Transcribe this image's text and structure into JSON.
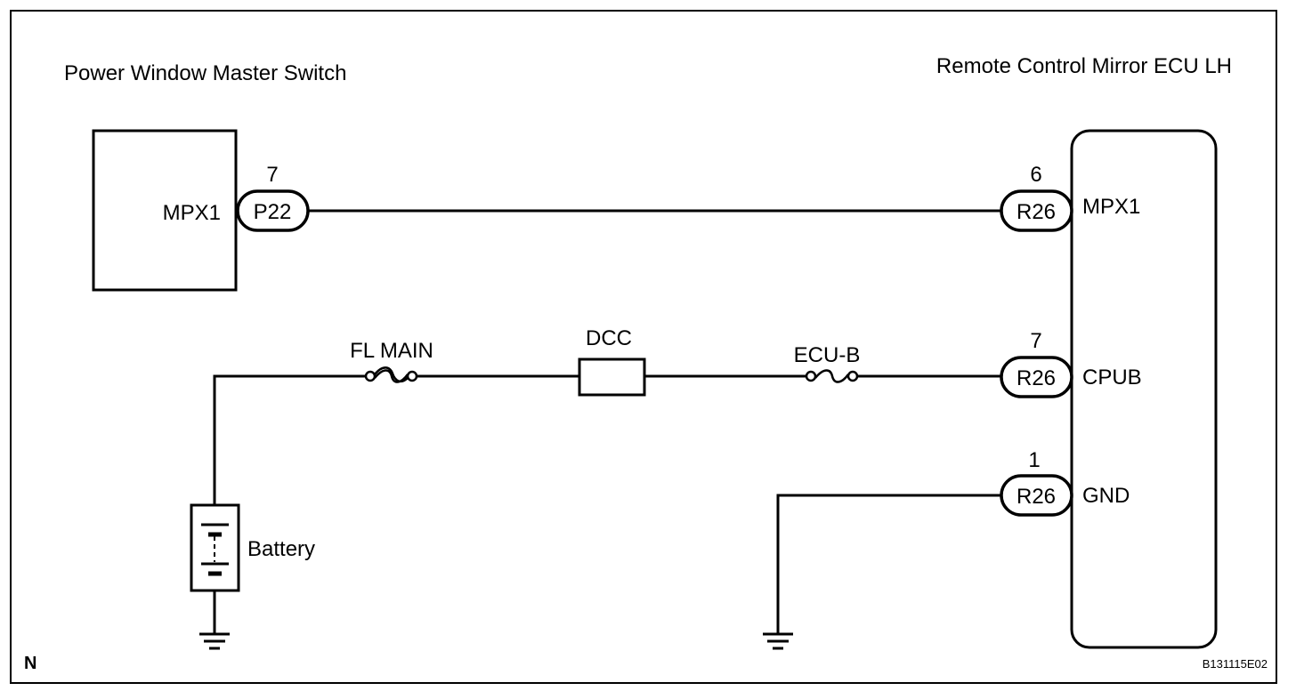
{
  "diagram": {
    "components": {
      "master_switch": {
        "label": "Power Window Master Switch",
        "pin_label": "MPX1"
      },
      "mirror_ecu": {
        "label": "Remote Control Mirror ECU LH",
        "pins": [
          "MPX1",
          "CPUB",
          "GND"
        ]
      },
      "battery": {
        "label": "Battery"
      },
      "fuse_fl_main": {
        "label": "FL MAIN"
      },
      "fuse_dcc": {
        "label": "DCC"
      },
      "fuse_ecu_b": {
        "label": "ECU-B"
      }
    },
    "connectors": [
      {
        "name": "P22",
        "pin": "7"
      },
      {
        "name": "R26",
        "pin": "6"
      },
      {
        "name": "R26",
        "pin": "7"
      },
      {
        "name": "R26",
        "pin": "1"
      }
    ],
    "corner_mark": "N",
    "figure_code": "B131115E02"
  }
}
